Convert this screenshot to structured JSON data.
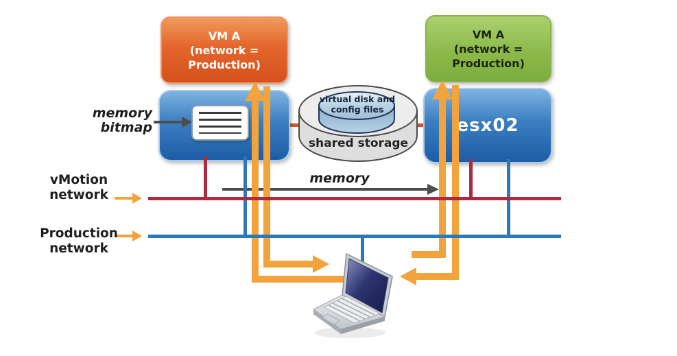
{
  "vm_source": {
    "label": "VM A\n(network =\nProduction)"
  },
  "vm_destination": {
    "label": "VM A\n(network =\nProduction)"
  },
  "host_destination": {
    "label": "esx02"
  },
  "shared_storage": {
    "disk_label": "virtual disk and\nconfig files",
    "label": "shared storage"
  },
  "annotations": {
    "memory_bitmap": "memory\nbitmap",
    "memory_flow": "memory",
    "vmotion_network": "vMotion\nnetwork",
    "production_network": "Production\nnetwork"
  },
  "colors": {
    "vm_source_box": "#E4662C",
    "vm_destination_box": "#8CBA4A",
    "host_box": "#2E6FB2",
    "vmotion_line": "#AC2B3E",
    "production_line": "#2C79B8",
    "traffic_arrow": "#F2A33C",
    "storage_link": "#CF5434",
    "memory_arrow": "#4D4D4D"
  }
}
